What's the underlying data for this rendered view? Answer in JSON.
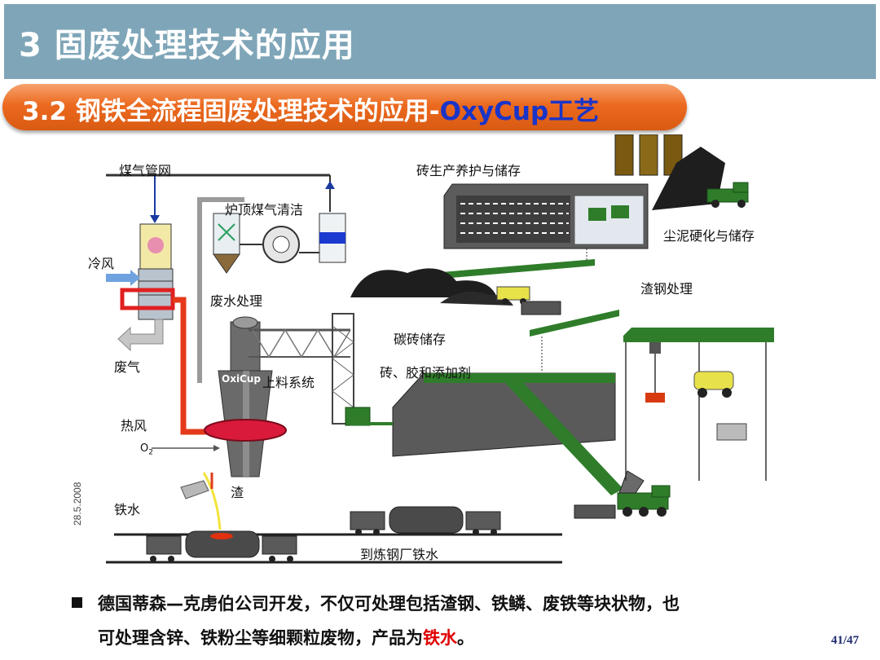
{
  "header": {
    "title": "3 固废处理技术的应用"
  },
  "subheader": {
    "text_main": "3.2 钢铁全流程固废处理技术的应用-",
    "text_accent": "OxyCup工艺"
  },
  "diagram": {
    "labels": {
      "gas_network": "煤气管网",
      "top_gas_cleaning": "炉顶煤气清洁",
      "cold_wind": "冷风",
      "wastewater": "废水处理",
      "waste_gas": "废气",
      "oxycup": "OxiCup",
      "charging_system": "上料系统",
      "hot_wind": "热风",
      "oxygen": "O",
      "oxygen_sub": "2",
      "iron_water": "铁水",
      "slag": "渣",
      "to_steel_plant": "到炼钢厂铁水",
      "brick_curing": "砖生产养护与储存",
      "dust_sludge": "尘泥硬化与储存",
      "slag_steel": "渣钢处理",
      "carbon_brick": "碳砖储存",
      "brick_binder": "砖、胶和添加剂",
      "date": "28.5.2008"
    }
  },
  "bullet": {
    "line1": "德国蒂森—克虏伯公司开发，不仅可处理包括渣钢、铁鳞、废铁等块状物，也",
    "line2_main": "可处理含锌、铁粉尘等细颗粒废物，产品为",
    "line2_highlight": "铁水",
    "line2_end": "。"
  },
  "page": {
    "number": "41/47"
  },
  "colors": {
    "title_bg": "#7fa6b8",
    "subheader_bg": "#ec6a1f",
    "accent_blue": "#1a34c8",
    "highlight_red": "#e00000",
    "machine_green": "#2f7d2a"
  }
}
